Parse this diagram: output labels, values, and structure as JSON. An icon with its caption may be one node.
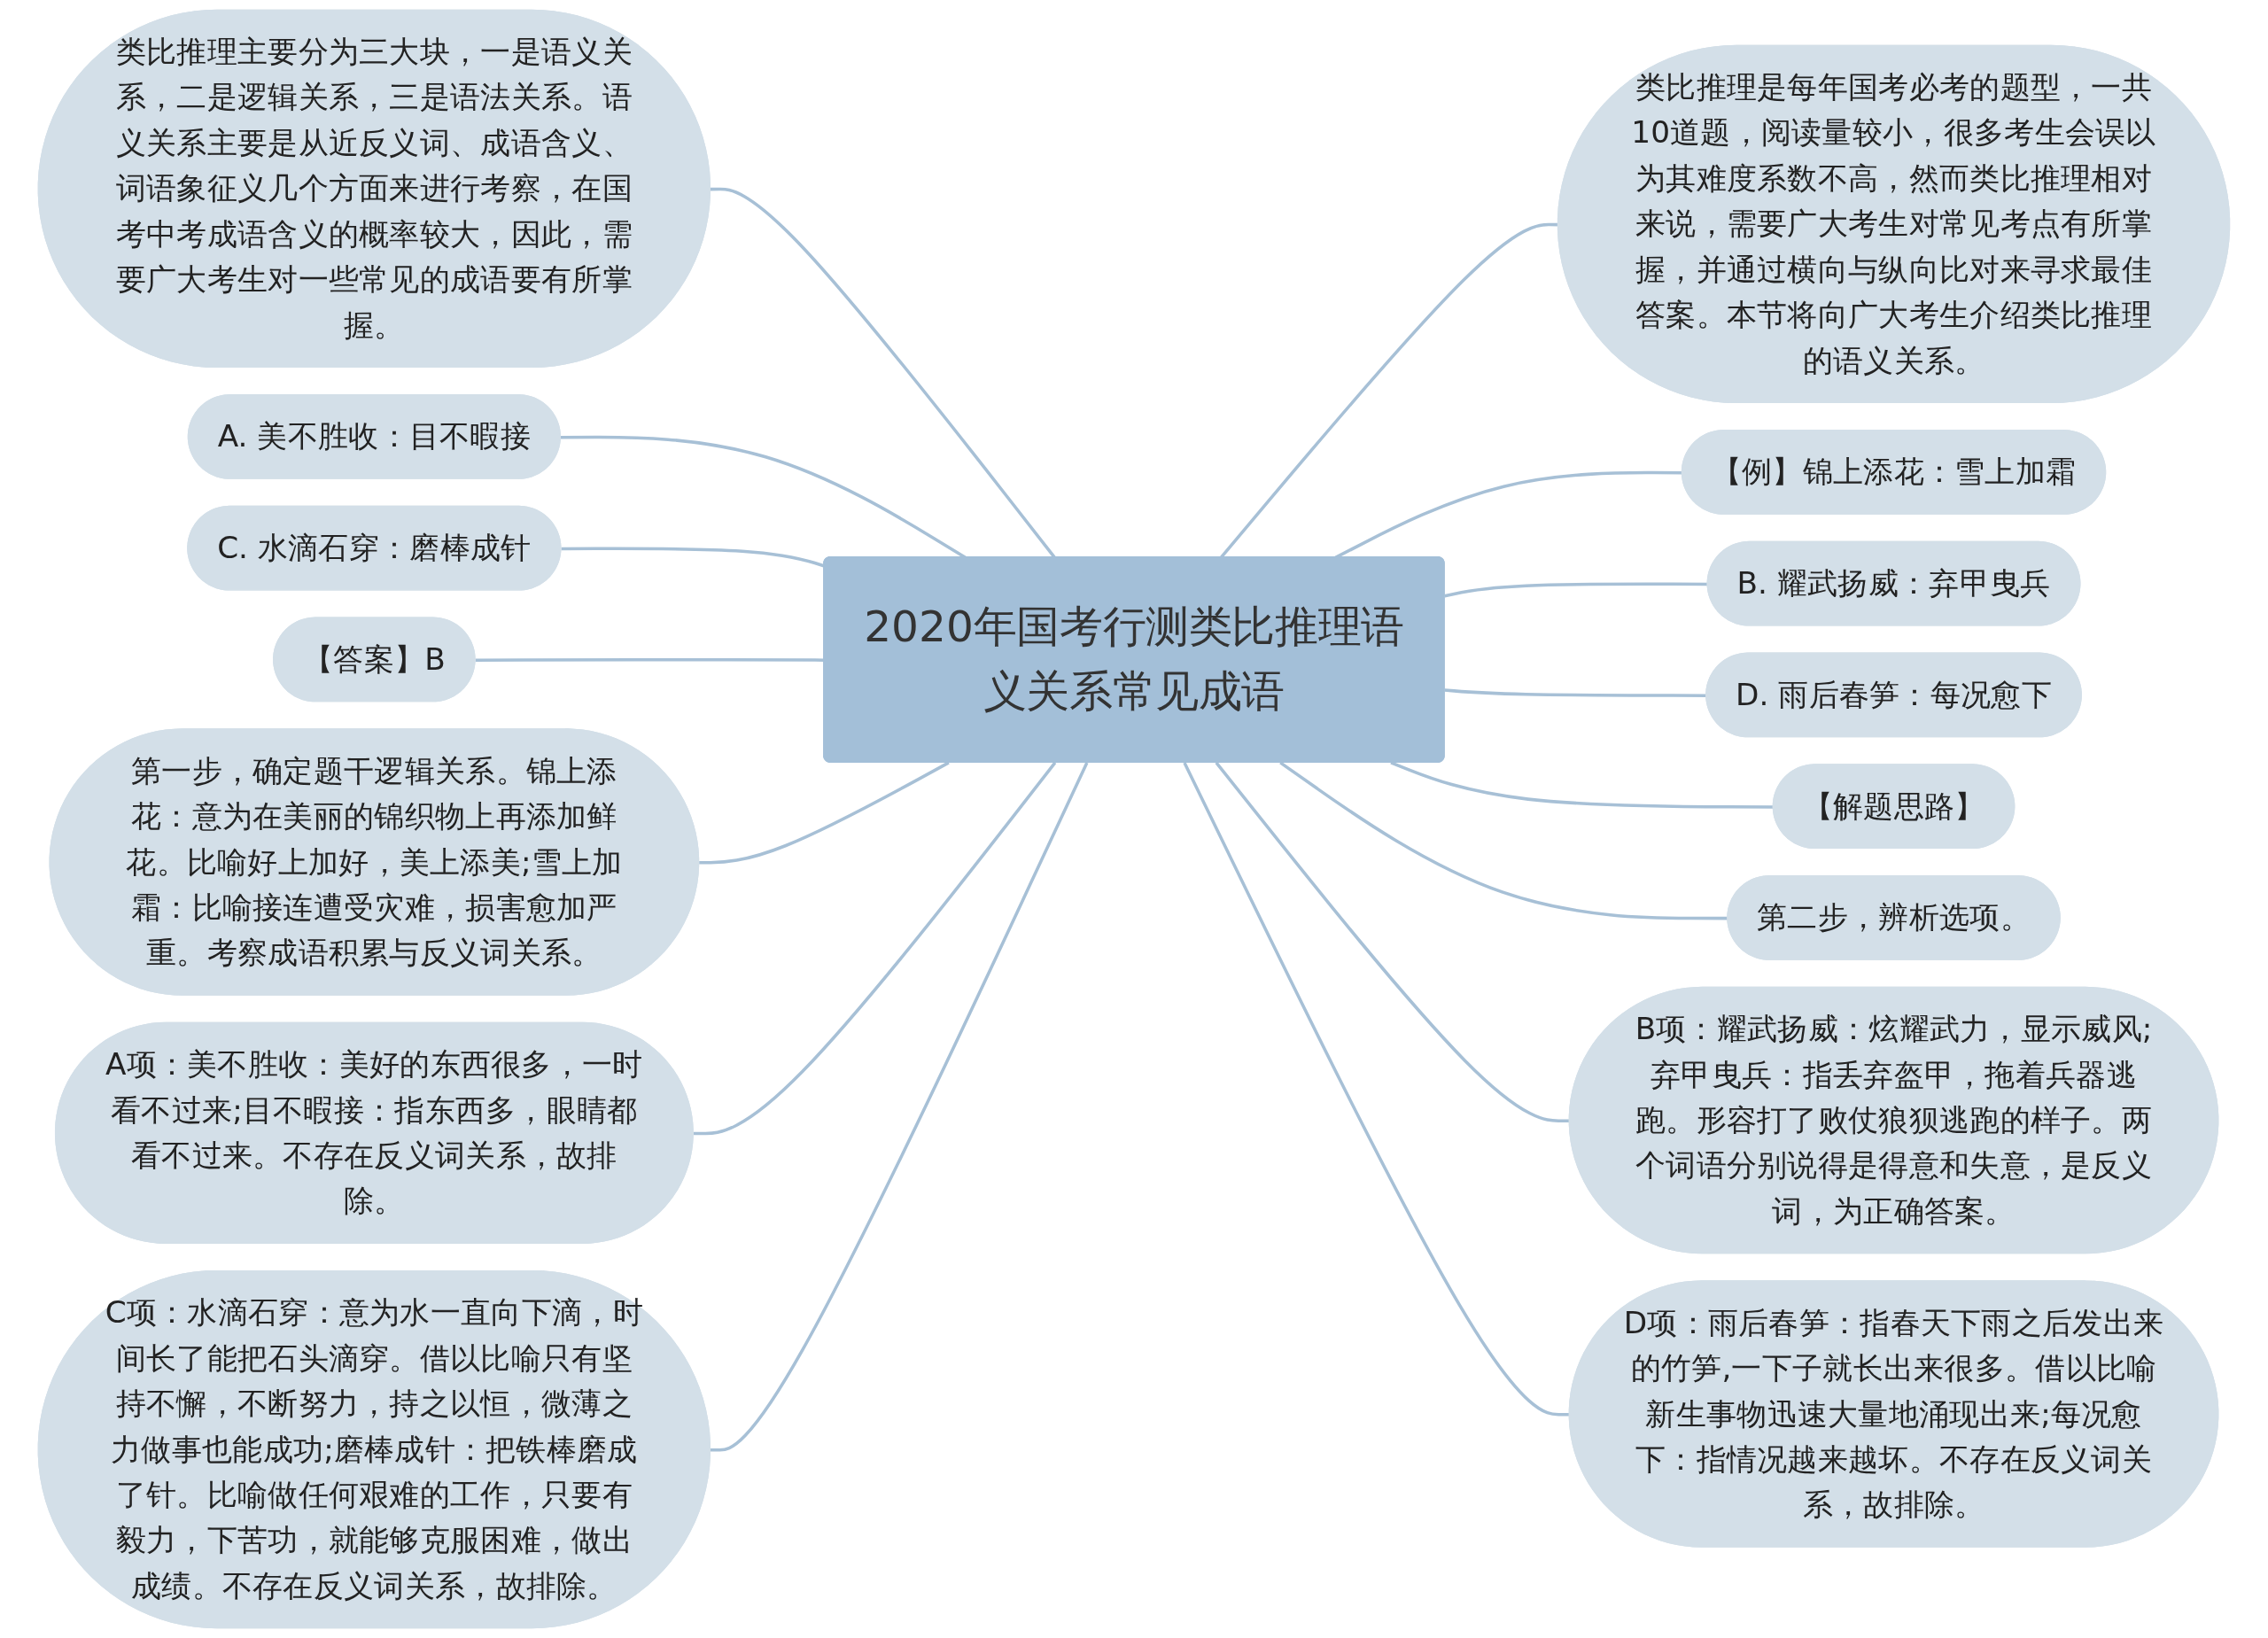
{
  "diagram": {
    "nodes": [
      {
        "text": [
          "2020年国考行测类比推理语义关系常见成语"
        ]
      },
      {
        "text": [
          "类比推理主要分为三大块，一是语义关系，二是逻辑关系，三是语法关系。语义关系主要是从近反义词、成语含义、词语象征义几个方面来进行考察，在国考中考成语含义的概率较大，因此，需要广大考生对一些常见的成语要有所掌握。"
        ]
      },
      {
        "text": [
          "A. 美不胜收：目不暇接"
        ]
      },
      {
        "text": [
          "C. 水滴石穿：磨棒成针"
        ]
      },
      {
        "text": [
          "【答案】B"
        ]
      },
      {
        "text": [
          "第一步，确定题干逻辑关系。锦上添花：意为在美丽的锦织物上再添加鲜花。比喻好上加好，美上添美;雪上加霜：比喻接连遭受灾难，损害愈加严重。考察成语积累与反义词关系。"
        ]
      },
      {
        "text": [
          "A项：美不胜收：美好的东西很多，一时看不过来;目不暇接：指东西多，眼睛都看不过来。不存在反义词关系，故排除。"
        ]
      },
      {
        "text": [
          "C项：水滴石穿：意为水一直向下滴，时间长了能把石头滴穿。借以比喻只有坚持不懈，不断努力，持之以恒，微薄之力做事也能成功;磨棒成针：把铁棒磨成了针。比喻做任何艰难的工作，只要有毅力，下苦功，就能够克服困难，做出成绩。不存在反义词关系，故排除。"
        ]
      },
      {
        "text": [
          "类比推理是每年国考必考的题型，一共10道题，阅读量较小，很多考生会误以为其难度系数不高，然而类比推理相对来说，需要广大考生对常见考点有所掌握，并通过横向与纵向比对来寻求最佳答案。本节将向广大考生介绍类比推理的语义关系。"
        ]
      },
      {
        "text": [
          "【例】锦上添花：雪上加霜"
        ]
      },
      {
        "text": [
          "B. 耀武扬威：弃甲曳兵"
        ]
      },
      {
        "text": [
          "D. 雨后春笋：每况愈下"
        ]
      },
      {
        "text": [
          "【解题思路】"
        ]
      },
      {
        "text": [
          "第二步，辨析选项。"
        ]
      },
      {
        "text": [
          "B项：耀武扬威：炫耀武力，显示威风;弃甲曳兵：指丢弃盔甲，拖着兵器逃跑。形容打了败仗狼狈逃跑的样子。两个词语分别说得是得意和失意，是反义词，为正确答案。"
        ]
      },
      {
        "text": [
          "D项：雨后春笋：指春天下雨之后发出来的竹笋,一下子就长出来很多。借以比喻新生事物迅速大量地涌现出来;每况愈下：指情况越来越坏。不存在反义词关系，故排除。"
        ]
      }
    ],
    "edges": [
      {
        "from": 1,
        "to": 0,
        "arrow": "none"
      },
      {
        "from": 2,
        "to": 0,
        "arrow": "none"
      },
      {
        "from": 3,
        "to": 0,
        "arrow": "none"
      },
      {
        "from": 4,
        "to": 0,
        "arrow": "none"
      },
      {
        "from": 5,
        "to": 0,
        "arrow": "none"
      },
      {
        "from": 6,
        "to": 0,
        "arrow": "none"
      },
      {
        "from": 7,
        "to": 0,
        "arrow": "none"
      },
      {
        "from": 0,
        "to": 8,
        "arrow": "none"
      },
      {
        "from": 0,
        "to": 9,
        "arrow": "none"
      },
      {
        "from": 0,
        "to": 10,
        "arrow": "none"
      },
      {
        "from": 0,
        "to": 11,
        "arrow": "none"
      },
      {
        "from": 0,
        "to": 12,
        "arrow": "none"
      },
      {
        "from": 0,
        "to": 13,
        "arrow": "none"
      },
      {
        "from": 0,
        "to": 14,
        "arrow": "none"
      },
      {
        "from": 0,
        "to": 15,
        "arrow": "none"
      }
    ]
  }
}
